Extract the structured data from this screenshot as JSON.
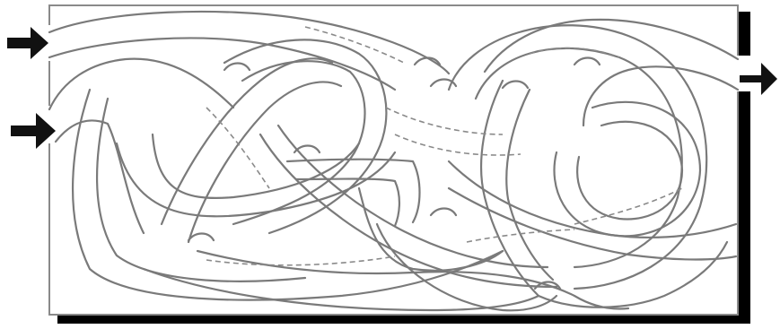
{
  "puzzle": {
    "kind": "tangled path maze",
    "entrance_count": 2,
    "exit_count": 1,
    "colors": {
      "background": "#ffffff",
      "path_stroke": "#7a7a7a",
      "frame_stroke": "#8a8a8a",
      "shadow": "#000000",
      "arrow": "#111111"
    },
    "icons": {
      "entrance_top": "right-arrow-icon",
      "entrance_bottom": "right-arrow-icon",
      "exit": "right-arrow-icon"
    }
  }
}
